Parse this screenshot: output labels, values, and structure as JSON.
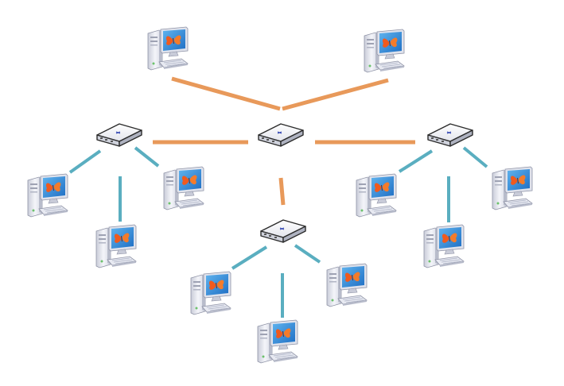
{
  "diagram": {
    "type": "network-topology",
    "colors": {
      "backbone_link": "#e8995a",
      "access_link": "#5aaec0",
      "device_body": "#eef0f6",
      "screen": "#2f84d6",
      "butterfly": "#f05a1e"
    },
    "hubs": [
      {
        "id": "hub-core",
        "icon": "network-switch-icon"
      },
      {
        "id": "hub-left",
        "icon": "network-switch-icon"
      },
      {
        "id": "hub-right",
        "icon": "network-switch-icon"
      },
      {
        "id": "hub-bottom",
        "icon": "network-switch-icon"
      }
    ],
    "computers": [
      {
        "id": "pc-top-left",
        "icon": "desktop-computer-icon",
        "connected_to": "hub-core"
      },
      {
        "id": "pc-top-right",
        "icon": "desktop-computer-icon",
        "connected_to": "hub-core"
      },
      {
        "id": "pc-left-1",
        "icon": "desktop-computer-icon",
        "connected_to": "hub-left"
      },
      {
        "id": "pc-left-2",
        "icon": "desktop-computer-icon",
        "connected_to": "hub-left"
      },
      {
        "id": "pc-left-3",
        "icon": "desktop-computer-icon",
        "connected_to": "hub-left"
      },
      {
        "id": "pc-bottom-1",
        "icon": "desktop-computer-icon",
        "connected_to": "hub-bottom"
      },
      {
        "id": "pc-bottom-2",
        "icon": "desktop-computer-icon",
        "connected_to": "hub-bottom"
      },
      {
        "id": "pc-bottom-3",
        "icon": "desktop-computer-icon",
        "connected_to": "hub-bottom"
      },
      {
        "id": "pc-right-1",
        "icon": "desktop-computer-icon",
        "connected_to": "hub-right"
      },
      {
        "id": "pc-right-2",
        "icon": "desktop-computer-icon",
        "connected_to": "hub-right"
      },
      {
        "id": "pc-right-3",
        "icon": "desktop-computer-icon",
        "connected_to": "hub-right"
      }
    ],
    "links": [
      {
        "from": "pc-top-left",
        "to": "hub-core",
        "kind": "backbone"
      },
      {
        "from": "pc-top-right",
        "to": "hub-core",
        "kind": "backbone"
      },
      {
        "from": "hub-left",
        "to": "hub-core",
        "kind": "backbone"
      },
      {
        "from": "hub-right",
        "to": "hub-core",
        "kind": "backbone"
      },
      {
        "from": "hub-bottom",
        "to": "hub-core",
        "kind": "backbone"
      },
      {
        "from": "hub-left",
        "to": "pc-left-1",
        "kind": "access"
      },
      {
        "from": "hub-left",
        "to": "pc-left-2",
        "kind": "access"
      },
      {
        "from": "hub-left",
        "to": "pc-left-3",
        "kind": "access"
      },
      {
        "from": "hub-bottom",
        "to": "pc-bottom-1",
        "kind": "access"
      },
      {
        "from": "hub-bottom",
        "to": "pc-bottom-2",
        "kind": "access"
      },
      {
        "from": "hub-bottom",
        "to": "pc-bottom-3",
        "kind": "access"
      },
      {
        "from": "hub-right",
        "to": "pc-right-1",
        "kind": "access"
      },
      {
        "from": "hub-right",
        "to": "pc-right-2",
        "kind": "access"
      },
      {
        "from": "hub-right",
        "to": "pc-right-3",
        "kind": "access"
      }
    ]
  }
}
